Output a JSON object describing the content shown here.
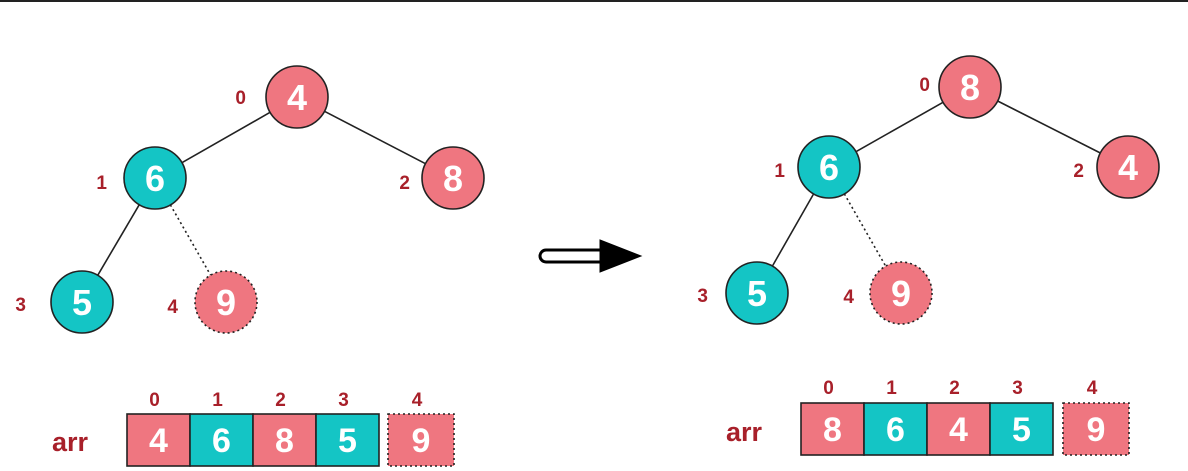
{
  "colors": {
    "pink": "#ef7680",
    "teal": "#14c5c5",
    "label": "#a8202a",
    "stroke": "#222222"
  },
  "arr_label": "arr",
  "before": {
    "nodes": [
      {
        "index": "0",
        "value": "4",
        "color": "pink",
        "dashed": false
      },
      {
        "index": "1",
        "value": "6",
        "color": "teal",
        "dashed": false
      },
      {
        "index": "2",
        "value": "8",
        "color": "pink",
        "dashed": false
      },
      {
        "index": "3",
        "value": "5",
        "color": "teal",
        "dashed": false
      },
      {
        "index": "4",
        "value": "9",
        "color": "pink",
        "dashed": true
      }
    ],
    "array": [
      {
        "index": "0",
        "value": "4",
        "color": "pink",
        "dashed": false
      },
      {
        "index": "1",
        "value": "6",
        "color": "teal",
        "dashed": false
      },
      {
        "index": "2",
        "value": "8",
        "color": "pink",
        "dashed": false
      },
      {
        "index": "3",
        "value": "5",
        "color": "teal",
        "dashed": false
      },
      {
        "index": "4",
        "value": "9",
        "color": "pink",
        "dashed": true
      }
    ]
  },
  "after": {
    "nodes": [
      {
        "index": "0",
        "value": "8",
        "color": "pink",
        "dashed": false
      },
      {
        "index": "1",
        "value": "6",
        "color": "teal",
        "dashed": false
      },
      {
        "index": "2",
        "value": "4",
        "color": "pink",
        "dashed": false
      },
      {
        "index": "3",
        "value": "5",
        "color": "teal",
        "dashed": false
      },
      {
        "index": "4",
        "value": "9",
        "color": "pink",
        "dashed": true
      }
    ],
    "array": [
      {
        "index": "0",
        "value": "8",
        "color": "pink",
        "dashed": false
      },
      {
        "index": "1",
        "value": "6",
        "color": "teal",
        "dashed": false
      },
      {
        "index": "2",
        "value": "4",
        "color": "pink",
        "dashed": false
      },
      {
        "index": "3",
        "value": "5",
        "color": "teal",
        "dashed": false
      },
      {
        "index": "4",
        "value": "9",
        "color": "pink",
        "dashed": true
      }
    ]
  },
  "arrow_icon": "right-arrow-icon"
}
